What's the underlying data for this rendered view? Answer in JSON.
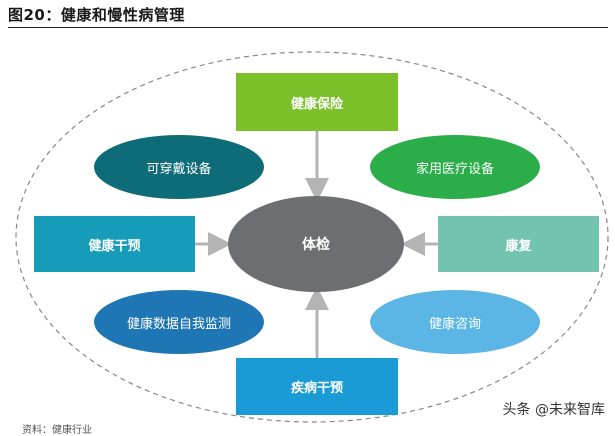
{
  "title": "图20：健康和慢性病管理",
  "center": "体检",
  "boxes": {
    "top": "健康保险",
    "left": "健康干预",
    "right": "康复",
    "bottom": "疾病干预"
  },
  "ellipses": {
    "top_left": "可穿戴设备",
    "top_right": "家用医疗设备",
    "bottom_left": "健康数据自我监测",
    "bottom_right": "健康咨询"
  },
  "colors": {
    "top_box": "#7BBF2A",
    "left_box": "#169BB9",
    "right_box": "#73C3B1",
    "bottom_box": "#1B9BD5",
    "center": "#6D6E72",
    "ell_top_left": "#0E6C78",
    "ell_top_right": "#2BAE4A",
    "ell_bottom_left": "#1F76B4",
    "ell_bottom_right": "#5BB6E6",
    "arrow": "#B4B4B4"
  },
  "source": "资料：健康行业",
  "watermark": "头条 @未来智库"
}
